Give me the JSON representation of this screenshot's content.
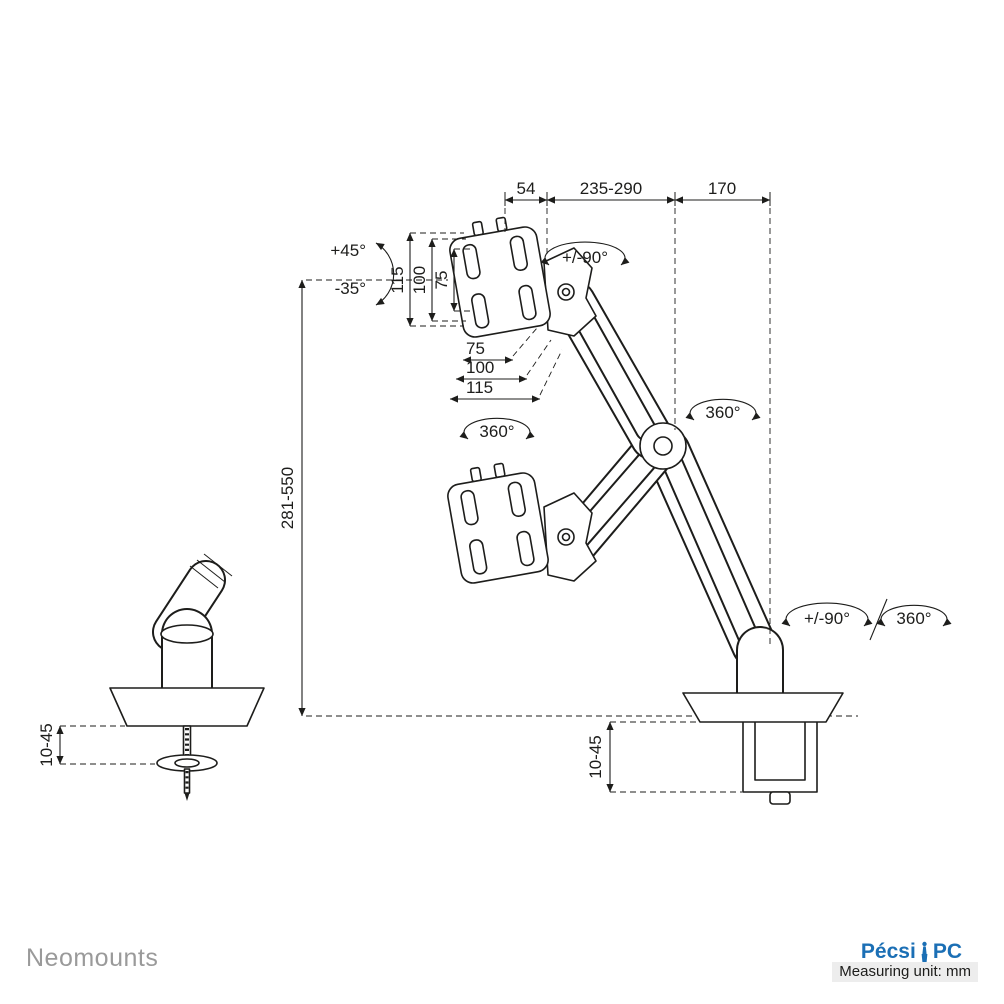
{
  "branding": {
    "neomounts": "Neomounts",
    "vendor_name_1": "Pécsi",
    "vendor_name_2": "PC",
    "measuring_unit": "Measuring unit: mm"
  },
  "colors": {
    "line": "#1d1d1b",
    "brand_gray": "#9a9a9a",
    "vendor_blue": "#1b6fb5"
  },
  "dims": {
    "top_offset": "54",
    "top_arm_reach": "235-290",
    "top_base": "170",
    "vesa_v_115": "115",
    "vesa_v_100": "100",
    "vesa_v_75": "75",
    "vesa_h_75": "75",
    "vesa_h_100": "100",
    "vesa_h_115": "115",
    "height_range": "281-550",
    "clamp_side": "10-45",
    "clamp_main": "10-45"
  },
  "angles": {
    "tilt_up": "+45°",
    "tilt_down": "-35°",
    "swivel_head": "+/-90°",
    "rotate_vesa": "360°",
    "rotate_arm": "360°",
    "swivel_base": "+/-90°",
    "rotate_base": "360°"
  }
}
